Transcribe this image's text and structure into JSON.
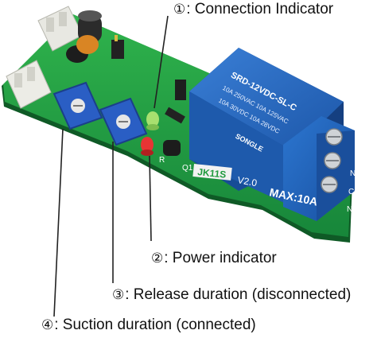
{
  "callouts": [
    {
      "num": "①",
      "text": ": Connection Indicator"
    },
    {
      "num": "②",
      "text": ": Power indicator"
    },
    {
      "num": "③",
      "text": ": Release duration (disconnected)"
    },
    {
      "num": "④",
      "text": ": Suction duration (connected)"
    }
  ],
  "board": {
    "model": "JK11S",
    "version": "V2.0",
    "max_current": "MAX:10A",
    "terminals": [
      "NC",
      "COM",
      "NO"
    ],
    "q1": "Q1",
    "r": "R"
  },
  "relay": {
    "model": "SRD-12VDC-SL-C",
    "rating_1": "10A 250VAC  10A 125VAC",
    "rating_2": "10A  30VDC  10A  28VDC",
    "brand": "SONGLE"
  },
  "colors": {
    "pcb": "#1f9a3d",
    "relay": "#1f5fb8",
    "terminal": "#1f63bd",
    "pot": "#2a5ec4",
    "text": "#111111"
  }
}
